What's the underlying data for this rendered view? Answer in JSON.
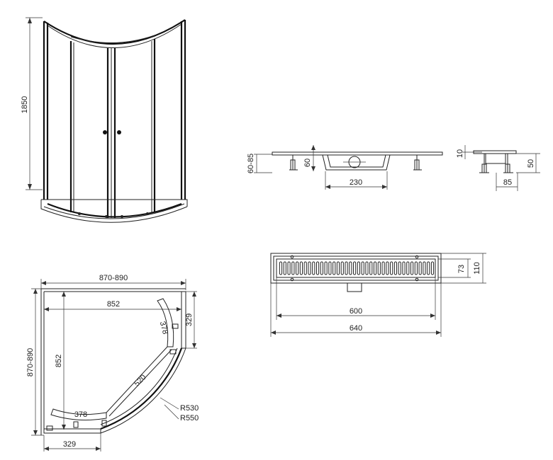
{
  "dimensions": {
    "height_1850": "1850",
    "tray_60_85": "60-85",
    "tray_60": "60",
    "tray_230": "230",
    "side_10": "10",
    "side_50": "50",
    "side_85": "85",
    "grate_73": "73",
    "grate_110": "110",
    "grate_600": "600",
    "grate_640": "640",
    "plan_width": "870-890",
    "plan_depth": "870-890",
    "plan_852_h": "852",
    "plan_852_v": "852",
    "plan_329_right": "329",
    "plan_329_bottom": "329",
    "plan_378_top": "378",
    "plan_378_bottom": "378",
    "plan_520": "520",
    "plan_r530": "R530",
    "plan_r550": "R550"
  },
  "colors": {
    "line": "#222222",
    "background": "#ffffff"
  }
}
